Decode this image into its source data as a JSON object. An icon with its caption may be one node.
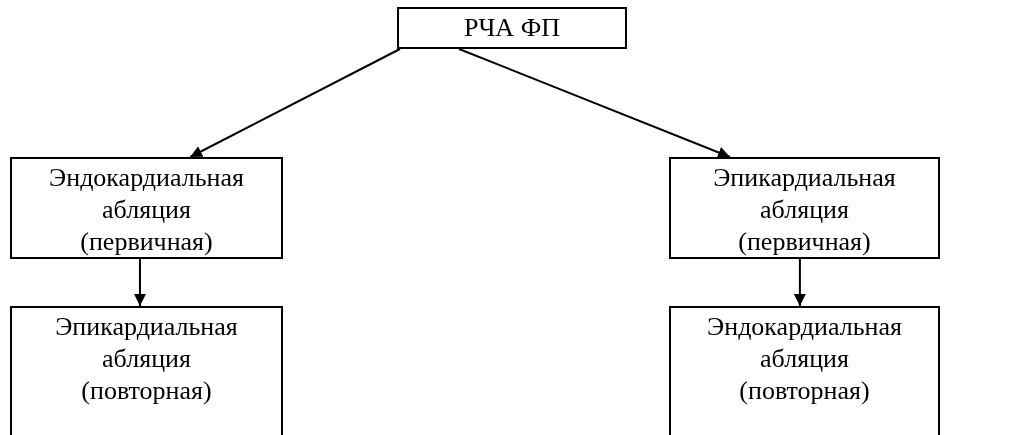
{
  "diagram": {
    "nodes": [
      {
        "text": [
          "РЧА ФП"
        ]
      },
      {
        "text": [
          "Эндокардиальная абляция (первичная)"
        ]
      },
      {
        "text": [
          "Эпикардиальная абляция (первичная)"
        ]
      },
      {
        "text": [
          "Эпикардиальная абляция (повторная)"
        ]
      },
      {
        "text": [
          "Эндокардиальная абляция (повторная)"
        ]
      }
    ],
    "edges": [
      {
        "from": 0,
        "to": 1,
        "arrow": "to"
      },
      {
        "from": 0,
        "to": 2,
        "arrow": "to"
      },
      {
        "from": 1,
        "to": 3,
        "arrow": "to"
      },
      {
        "from": 2,
        "to": 4,
        "arrow": "to"
      }
    ]
  }
}
